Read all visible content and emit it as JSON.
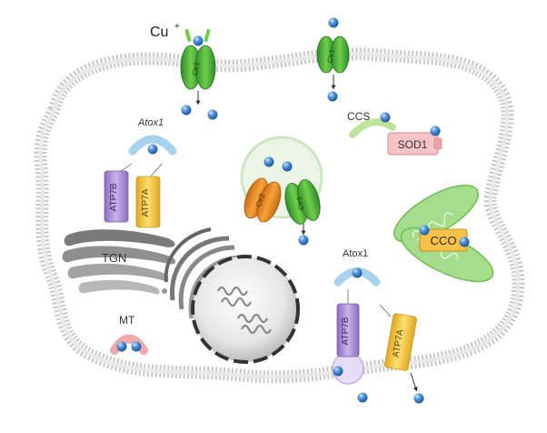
{
  "labels": {
    "cu_ion": "Cu",
    "cu_charge": "+",
    "ctr1_left": "Ctr1",
    "ctr1_right": "Ctr1",
    "ctr2": "Ctr2",
    "ctr1_vesicle": "Ctr1",
    "ccs": "CCS",
    "sod1": "SOD1",
    "atox1_left": "Atox1",
    "atox1_right": "Atox1",
    "atp7b_left": "ATP7B",
    "atp7a_left": "ATP7A",
    "atp7b_right": "ATP7B",
    "atp7a_right": "ATP7A",
    "tgn": "TGN",
    "cco": "CCO",
    "mt": "MT"
  },
  "colors": {
    "copper_ion": "#3f7fc4",
    "ctr1": "#4caf3c",
    "ctr2": "#e98a22",
    "atp7b": "#a78bd1",
    "atp7a": "#f2c23a",
    "atox1": "#9cc8e8",
    "ccs": "#bfe39a",
    "sod1": "#f2b3b3",
    "mito": "#8fd17a",
    "cco": "#f2b43a",
    "mt": "#f0a0a0",
    "membrane": "#bdbdbd",
    "tgn": "#8a8a8a"
  }
}
